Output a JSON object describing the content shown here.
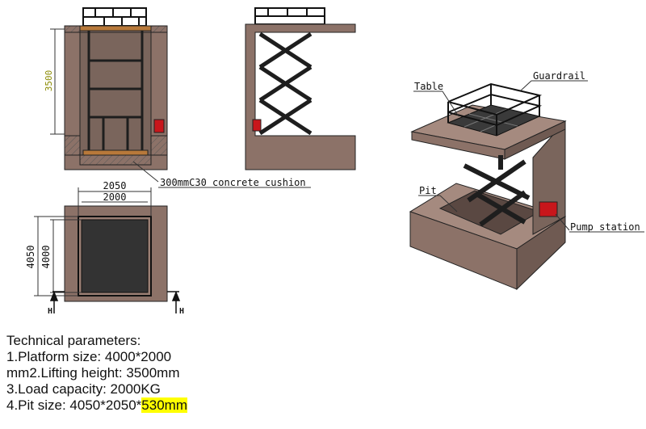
{
  "dimensions": {
    "height_3500": "3500",
    "width_2050": "2050",
    "width_2000": "2000",
    "length_4050": "4050",
    "length_4000": "4000",
    "section_mark_left": "H",
    "section_mark_right": "H"
  },
  "callouts": {
    "concrete": "300mmC30 concrete cushion",
    "table": "Table",
    "guardrail": "Guardrail",
    "pit": "Pit",
    "pump": "Pump station"
  },
  "parameters": {
    "title": "Technical parameters:",
    "line1": "1.Platform size: 4000*2000",
    "line2": "mm2.Lifting height: 3500mm",
    "line3": "3.Load capacity: 2000KG",
    "line4_prefix": "4.Pit size: 4050*2050*",
    "line4_highlight": "530mm"
  },
  "colors": {
    "pit_wall": "#8c7268",
    "pit_top": "#a58a7f",
    "steel": "#1e1e1e",
    "platform_wood": "#b8793a",
    "pump": "#c8161b",
    "dimension": "#333333",
    "height_label": "#8a8a00",
    "highlight": "#ffff00"
  }
}
